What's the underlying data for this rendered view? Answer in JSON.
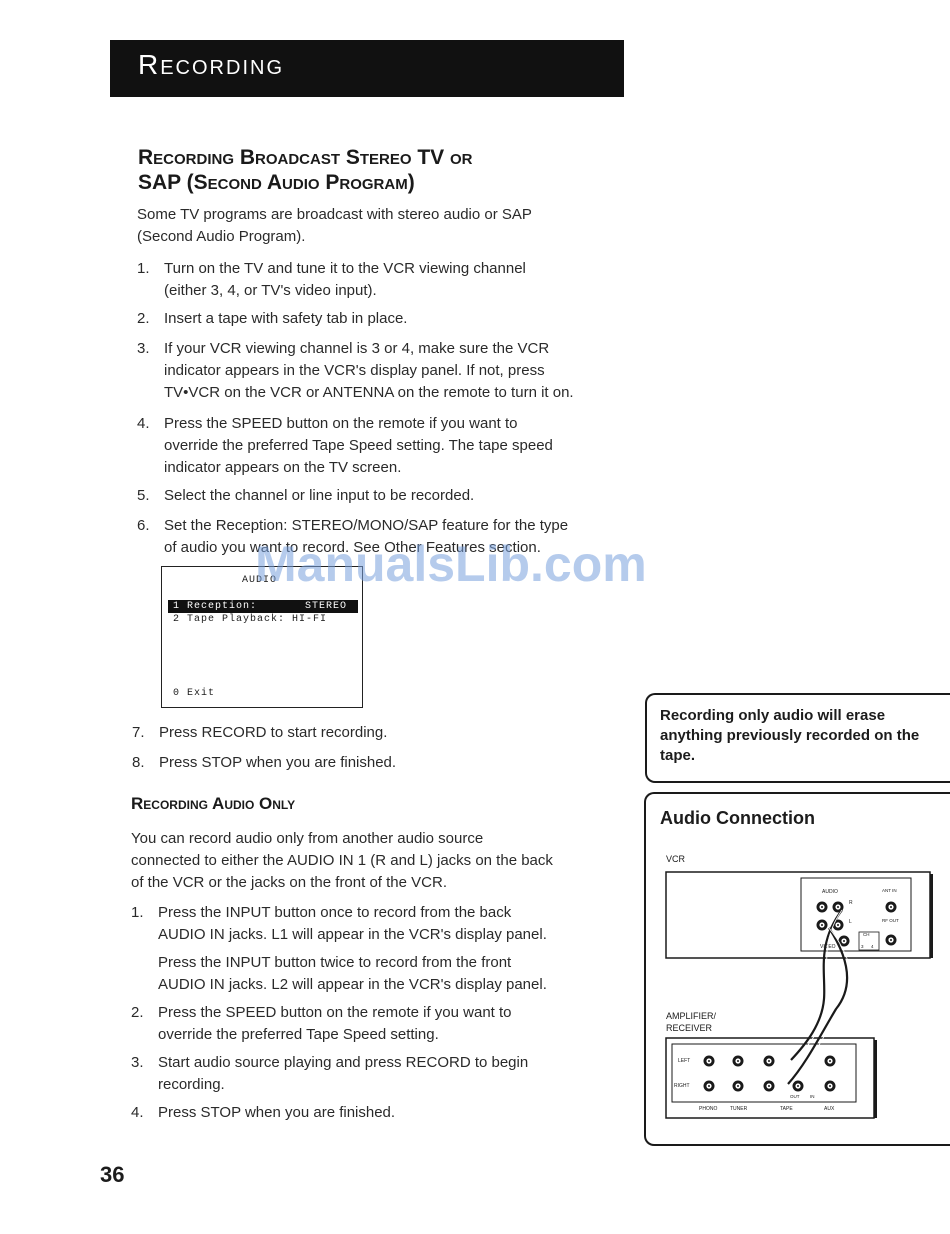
{
  "header": {
    "title": "Recording"
  },
  "section1": {
    "heading_line1": "Recording Broadcast Stereo TV or",
    "heading_line2": "SAP (Second Audio Program)",
    "intro_line1": "Some TV programs are broadcast with stereo audio or SAP",
    "intro_line2": "(Second Audio Program).",
    "steps": [
      {
        "num": "1.",
        "lines": [
          "Turn on the TV and tune it to the VCR viewing channel",
          "(either 3, 4, or TV's video input)."
        ]
      },
      {
        "num": "2.",
        "lines": [
          "Insert a tape with safety tab in place."
        ]
      },
      {
        "num": "3.",
        "lines": [
          "If your VCR viewing channel is 3 or 4, make sure the VCR",
          "indicator appears in the VCR's display panel. If not, press",
          "TV•VCR on the VCR or ANTENNA on the remote to turn it on."
        ]
      },
      {
        "num": "4.",
        "lines": [
          "Press the SPEED button on the remote if you want to",
          "override the preferred Tape Speed setting. The tape speed",
          "indicator appears on the TV screen."
        ]
      },
      {
        "num": "5.",
        "lines": [
          "Select the channel or line input to be recorded."
        ]
      },
      {
        "num": "6.",
        "lines": [
          "Set the Reception: STEREO/MONO/SAP feature for the type",
          "of audio you want to record. See Other Features section."
        ]
      },
      {
        "num": "7.",
        "lines": [
          "Press RECORD to start recording."
        ]
      },
      {
        "num": "8.",
        "lines": [
          "Press STOP when you are finished."
        ]
      }
    ]
  },
  "osd": {
    "title": "AUDIO",
    "item1_label": "1 Reception:",
    "item1_value": "STEREO",
    "item2": "2 Tape Playback: HI-FI",
    "exit": "0 Exit"
  },
  "watermark": "ManualsLib.com",
  "section2": {
    "heading": "Recording Audio Only",
    "intro_lines": [
      "You can record audio only from another audio source",
      "connected to either the AUDIO IN 1 (R and L) jacks on the back",
      "of the VCR or the jacks on the front of the VCR."
    ],
    "steps": [
      {
        "num": "1.",
        "lines": [
          "Press the INPUT button once to record from the back",
          "AUDIO IN jacks. L1 will appear in the VCR's display panel."
        ]
      },
      {
        "num": "",
        "lines": [
          "Press the INPUT button twice to record from the front",
          "AUDIO IN jacks. L2 will appear in the VCR's display panel."
        ]
      },
      {
        "num": "2.",
        "lines": [
          "Press the SPEED button on the remote if you want to",
          "override the preferred Tape Speed setting."
        ]
      },
      {
        "num": "3.",
        "lines": [
          "Start audio source playing and press RECORD to begin",
          "recording."
        ]
      },
      {
        "num": "4.",
        "lines": [
          "Press STOP when you are finished."
        ]
      }
    ]
  },
  "note": {
    "text": "Recording only audio will erase anything previously recorded on the tape."
  },
  "connection": {
    "title": "Audio Connection",
    "vcr_label": "VCR",
    "audio_label": "AUDIO",
    "r_label": "R",
    "l_label": "L",
    "video_label": "VIDEO",
    "ant_in": "ANT IN",
    "rf_out": "RF OUT",
    "ch_label": "CH",
    "ch3": "3",
    "ch4": "4",
    "amp_label_1": "AMPLIFIER/",
    "amp_label_2": "RECEIVER",
    "left": "LEFT",
    "right": "RIGHT",
    "out": "OUT",
    "in": "IN",
    "phono": "PHONO",
    "tuner": "TUNER",
    "tape": "TAPE",
    "aux": "AUX"
  },
  "page_number": "36",
  "colors": {
    "header_bg": "#111111",
    "watermark": "#78a0dc"
  }
}
